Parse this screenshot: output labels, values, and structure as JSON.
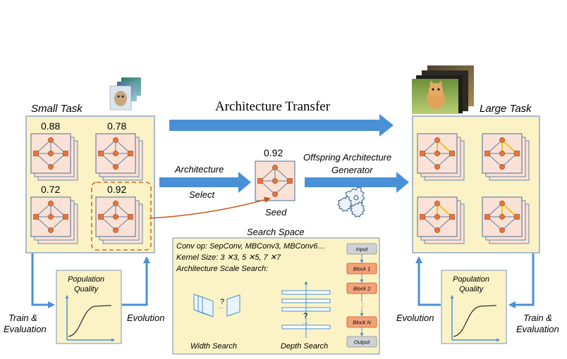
{
  "titles": {
    "small_task": "Small Task",
    "large_task": "Large Task",
    "architecture_transfer": "Architecture Transfer",
    "architecture": "Architecture",
    "select": "Select",
    "seed": "Seed",
    "offspring_line1": "Offspring Architecture",
    "offspring_line2": "Generator"
  },
  "small_task_scores": [
    "0.88",
    "0.78",
    "0.72",
    "0.92"
  ],
  "seed_score": "0.92",
  "left_loop": {
    "panel_line1": "Population",
    "panel_line2": "Quality",
    "train_line1": "Train &",
    "train_line2": "Evaluation",
    "evolution": "Evolution"
  },
  "right_loop": {
    "panel_line1": "Population",
    "panel_line2": "Quality",
    "train_line1": "Train &",
    "train_line2": "Evaluation",
    "evolution": "Evolution"
  },
  "search_space": {
    "title": "Search Space",
    "conv_op": "Conv op:  SepConv, MBConv3, MBConv6…",
    "kernel_size": "Kernel Size: 3 ✕3, 5 ✕5, 7 ✕7",
    "scale_search": "Architecture Scale Search:",
    "width_search": "Width Search",
    "depth_search": "Depth Search",
    "width_question": "?",
    "depth_question": "?",
    "blocks": [
      "Input",
      "Block 1",
      "Block 2",
      "Block N",
      "Output"
    ]
  },
  "colors": {
    "panel_fill": "#fbf3c6",
    "panel_stroke": "#8fa7c5",
    "arrow_blue": "#4a90d6",
    "card_fill": "#fbe2d6",
    "node_orange": "#e8743b",
    "dashed_orange": "#d9641c",
    "block_orange": "#f4a27a",
    "block_gray": "#cfd2d6",
    "highlight_yellow": "#f2c21b"
  }
}
